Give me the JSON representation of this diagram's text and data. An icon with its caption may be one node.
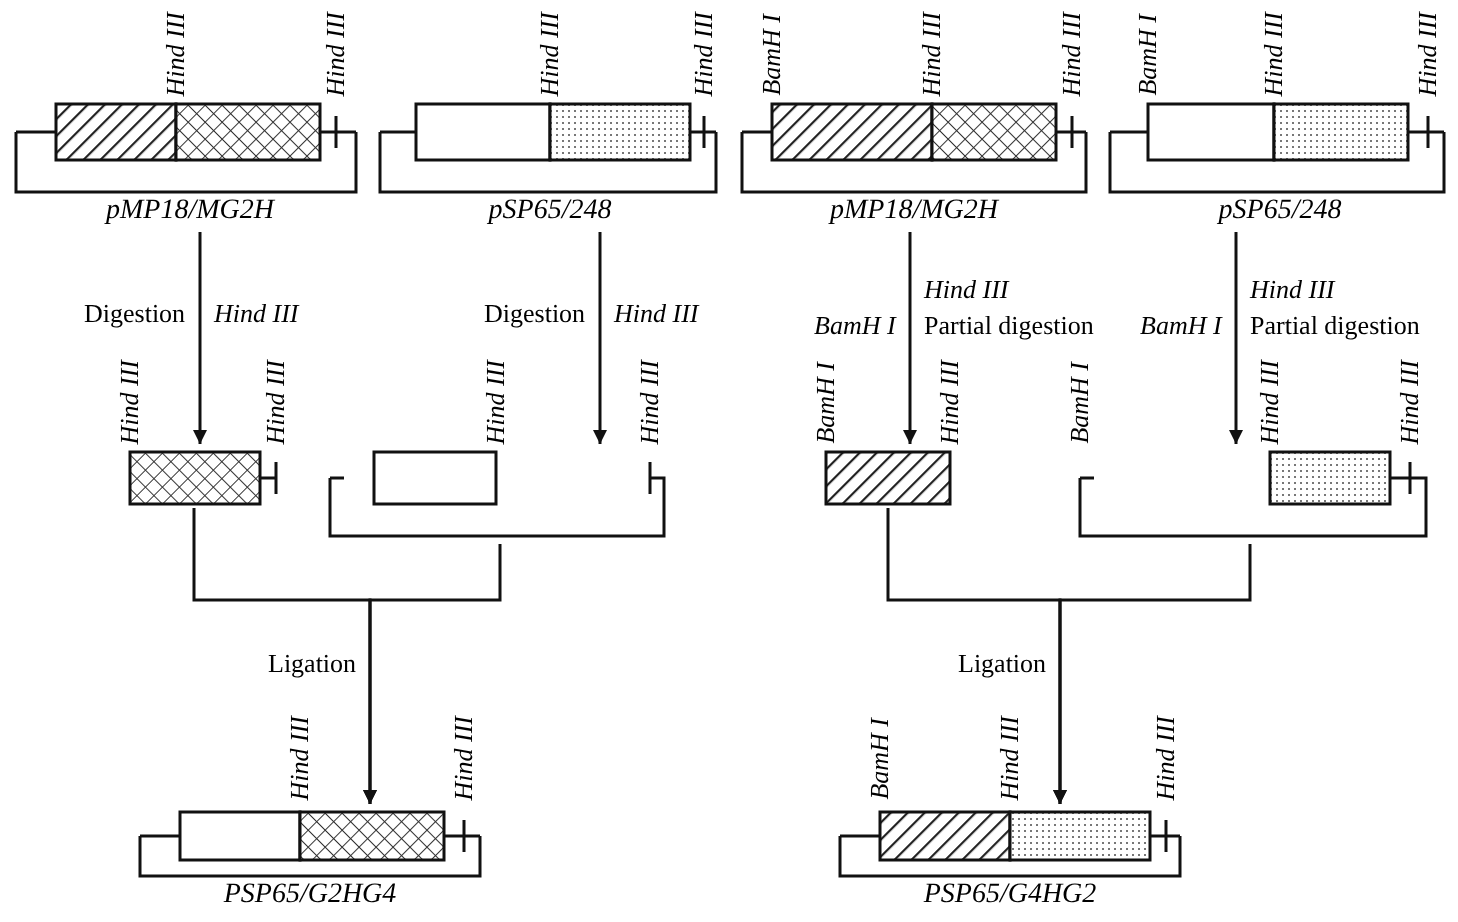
{
  "diagram": {
    "nodes": [
      {
        "text": [
          "pMP18/MG2H"
        ]
      },
      {
        "text": [
          "pSP65/248"
        ]
      },
      {
        "text": [
          "pMP18/MG2H"
        ]
      },
      {
        "text": [
          "pSP65/248"
        ]
      },
      {
        "text": [],
        "shape": "box"
      },
      {
        "text": [],
        "shape": "box"
      },
      {
        "text": [],
        "shape": "box"
      },
      {
        "text": [],
        "shape": "box"
      },
      {
        "text": [
          "PSP65/G2HG4"
        ]
      },
      {
        "text": [
          "PSP65/G4HG2"
        ]
      }
    ],
    "edges": [
      {
        "from": 0,
        "to": 4,
        "arrow": "to"
      },
      {
        "from": 1,
        "to": 5,
        "arrow": "to"
      },
      {
        "from": 2,
        "to": 6,
        "arrow": "to"
      },
      {
        "from": 3,
        "to": 7,
        "arrow": "to"
      },
      {
        "from": 4,
        "to": 8,
        "arrow": "to"
      },
      {
        "from": 5,
        "to": 8,
        "arrow": "to"
      },
      {
        "from": 6,
        "to": 9,
        "arrow": "to"
      },
      {
        "from": 7,
        "to": 9,
        "arrow": "to"
      }
    ],
    "labels": [
      "Hind III",
      "Hind III",
      "Hind III",
      "Hind III",
      "BamH I",
      "Hind III",
      "Hind III",
      "BamH I",
      "Hind III",
      "Hind III",
      "Digestion",
      "Hind III",
      "Digestion",
      "Hind III",
      "Hind III",
      "BamH I",
      "Partial digestion",
      "Hind III",
      "BamH I",
      "Partial digestion",
      "Hind III",
      "Hind III",
      "Hind III",
      "Hind III",
      "BamH I",
      "Hind III",
      "BamH I",
      "Hind III",
      "Hind III",
      "Ligation",
      "Ligation",
      "Hind III",
      "Hind III",
      "BamH I",
      "Hind III",
      "Hind III"
    ]
  }
}
